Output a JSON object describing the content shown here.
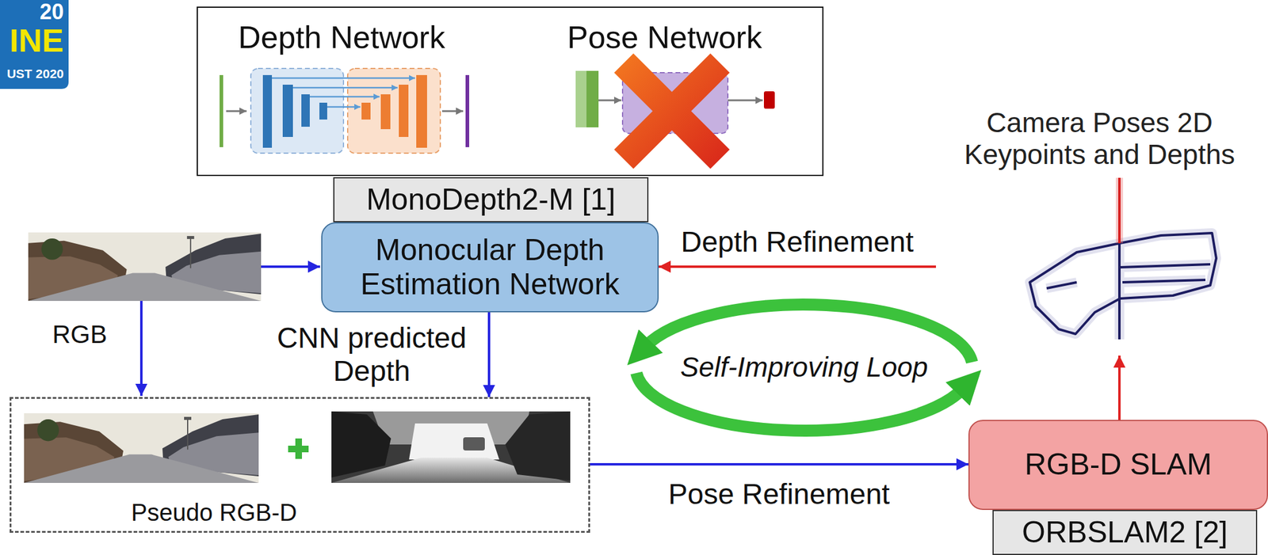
{
  "diagram": {
    "nodes": [
      {
        "text": [
          "Depth Network",
          "Pose Network"
        ]
      },
      {
        "text": [
          "MonoDepth2-M [1]"
        ]
      },
      {
        "text": [
          "Monocular Depth Estimation Network"
        ]
      },
      {
        "text": [
          "Camera Poses 2D Keypoints and Depths"
        ]
      },
      {
        "text": [
          "Pseudo RGB-D"
        ]
      },
      {
        "text": [
          "RGB-D SLAM"
        ]
      },
      {
        "text": [
          "ORBSLAM2 [2]"
        ]
      }
    ],
    "edges": [
      {
        "from": 2,
        "to": 4,
        "arrow": "to",
        "label": "CNN predicted Depth"
      },
      {
        "from": 4,
        "to": 5,
        "arrow": "to",
        "label": "Pose Refinement"
      },
      {
        "from": 5,
        "to": 3,
        "arrow": "to"
      },
      {
        "from": 3,
        "to": 2,
        "arrow": "to",
        "label": "Depth Refinement"
      }
    ],
    "labels": [
      "20",
      "INE",
      "UST 2020",
      "RGB",
      "Self-Improving Loop"
    ]
  }
}
